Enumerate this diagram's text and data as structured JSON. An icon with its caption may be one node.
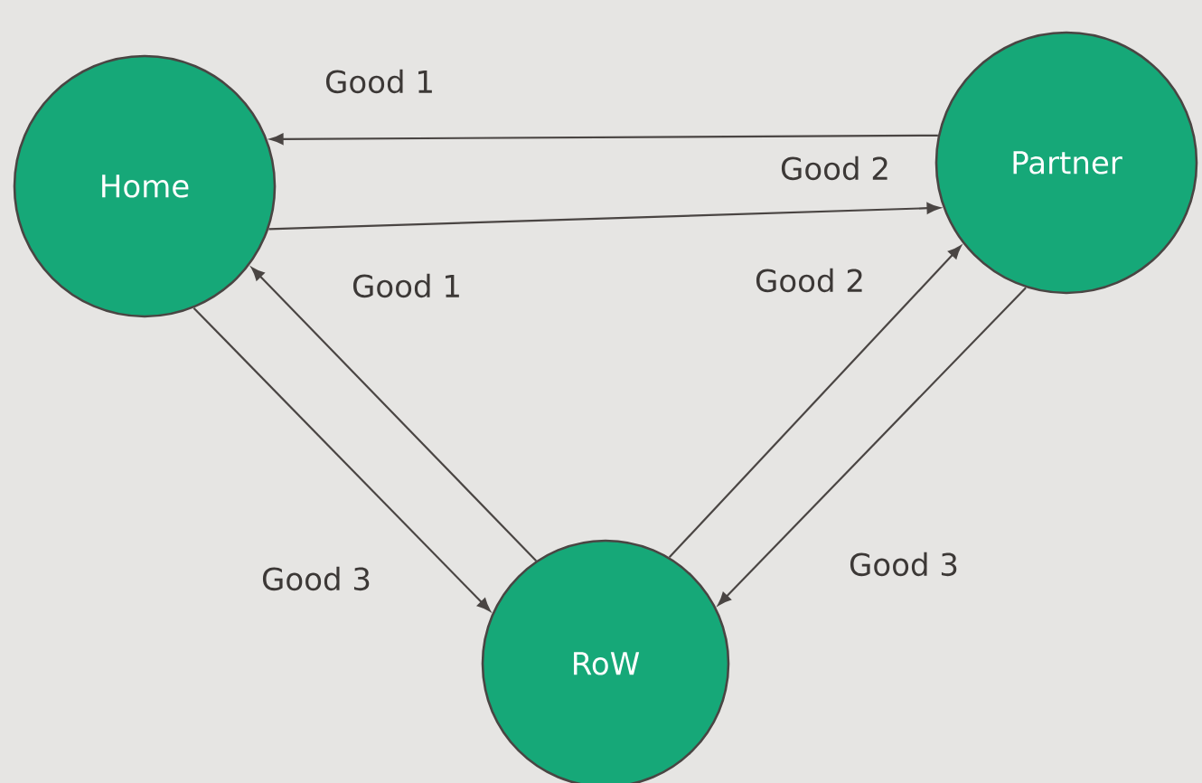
{
  "diagram": {
    "nodes": [
      {
        "text": [
          "Home"
        ]
      },
      {
        "text": [
          "Partner"
        ]
      },
      {
        "text": [
          "RoW"
        ]
      }
    ],
    "edges": [
      {
        "from": 1,
        "to": 0,
        "arrow": "to",
        "label": "Good 1"
      },
      {
        "from": 0,
        "to": 1,
        "arrow": "to",
        "label": "Good 2"
      },
      {
        "from": 2,
        "to": 0,
        "arrow": "to",
        "label": "Good 1"
      },
      {
        "from": 2,
        "to": 1,
        "arrow": "to",
        "label": "Good 2"
      },
      {
        "from": 0,
        "to": 2,
        "arrow": "to",
        "label": "Good 3"
      },
      {
        "from": 1,
        "to": 2,
        "arrow": "to",
        "label": "Good 3"
      }
    ]
  }
}
